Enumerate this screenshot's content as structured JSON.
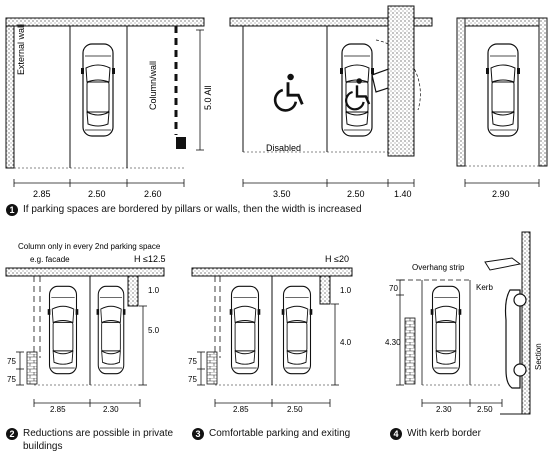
{
  "figure1": {
    "labels": {
      "external_wall": "External wall",
      "column_wall": "Column/wall",
      "depth": "5.0 All",
      "disabled": "Disabled"
    },
    "dims": [
      "2.85",
      "2.50",
      "2.60",
      "3.50",
      "2.50",
      "1.40",
      "2.90"
    ],
    "caption_number": "1",
    "caption": "If parking spaces are bordered by pillars or walls, then the width is increased"
  },
  "figure2": {
    "column_note": "Column only in every 2nd parking space",
    "facade": "e.g. facade",
    "height": "H ≤12.5",
    "dims": {
      "top": "1.0",
      "depth": "5.0",
      "a": "75",
      "b": "75",
      "w1": "2.85",
      "w2": "2.30"
    },
    "caption_number": "2",
    "caption_line1": "Reductions are possible in private",
    "caption_line2": "buildings"
  },
  "figure3": {
    "height": "H ≤20",
    "dims": {
      "top": "1.0",
      "depth": "4.0",
      "a": "75",
      "b": "75",
      "w1": "2.85",
      "w2": "2.50"
    },
    "caption_number": "3",
    "caption": "Comfortable parking and exiting"
  },
  "figure4": {
    "overhang": "Overhang strip",
    "kerb": "Kerb",
    "section": "Section",
    "dims": {
      "top": "70",
      "depth": "4.30",
      "w1": "2.30",
      "w2": "2.50"
    },
    "caption_number": "4",
    "caption": "With kerb border"
  }
}
